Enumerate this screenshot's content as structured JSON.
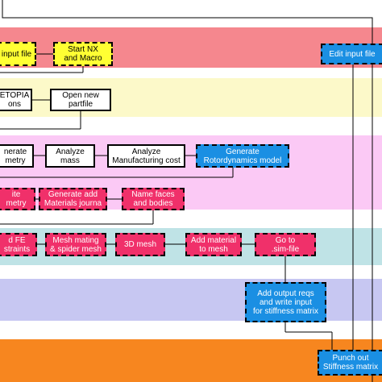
{
  "colors": {
    "band_red": "#f5878e",
    "band_yellow": "#fcf9c9",
    "band_pink": "#fbc9f5",
    "band_teal": "#bfe3e6",
    "band_lavender": "#c7c7f2",
    "band_orange": "#f7861f",
    "node_blue": "#1a8fe3",
    "node_red": "#f0306a",
    "node_yellow": "#ffff33"
  },
  "nodes": {
    "input_file": "input file",
    "start_nx": "Start NX\nand Macro",
    "edit_input_file": "Edit input file",
    "etopia": "ETOPIA\nons",
    "open_partfile": "Open new\npartfile",
    "generate_geometry": "nerate\nmetry",
    "analyze_mass": "Analyze\nmass",
    "analyze_cost": "Analyze\nManufacturing cost",
    "generate_rotordynamics": "Generate\nRotordynamics model",
    "write_geometry": "ite\nmetry",
    "generate_materials": "Generate add\nMaterials journa",
    "name_faces": "Name faces\nand bodies",
    "add_fe_constraints": "d FE\nstraints",
    "mesh_mating": "Mesh mating\n& spider mesh",
    "mesh_3d": "3D mesh",
    "add_material": "Add material\nto mesh",
    "goto_sim": "Go to\n.sim-file",
    "add_output_reqs": "Add output reqs\nand write input\nfor stiffness matrix",
    "punch_out": "Punch out\nStiffness matrix"
  }
}
